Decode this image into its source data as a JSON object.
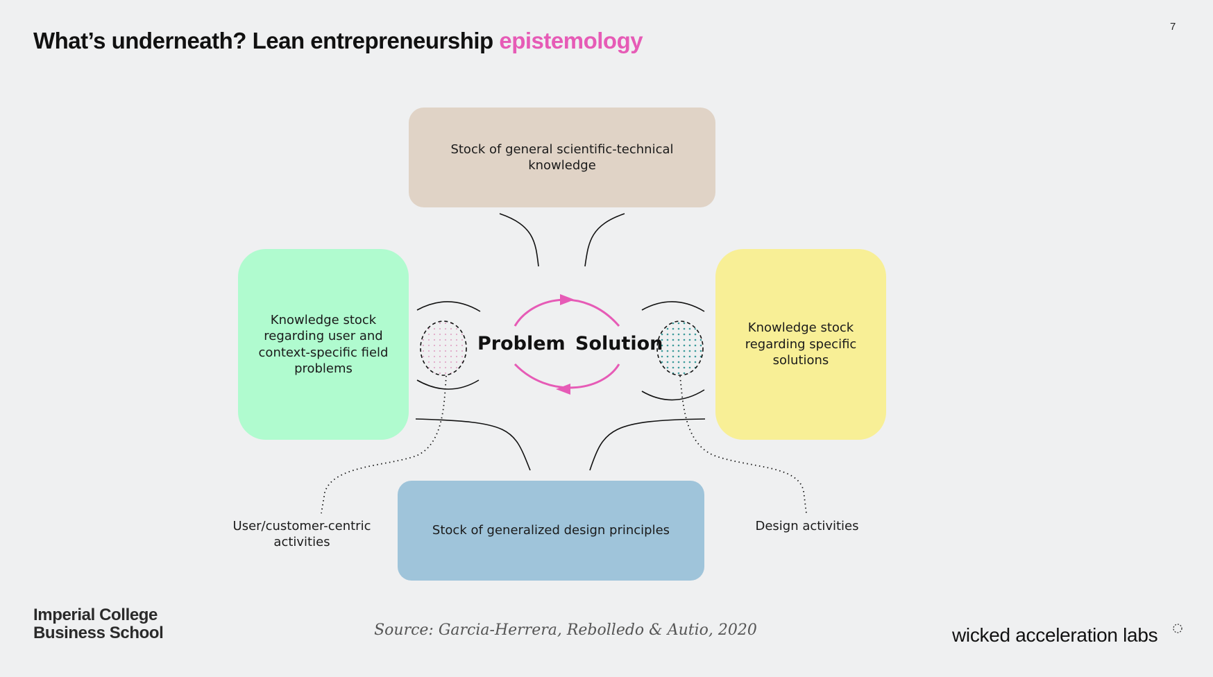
{
  "page_number": "7",
  "title": {
    "main": "What’s underneath?  Lean entrepreneurship ",
    "accent": "epistemology",
    "accent_color": "#e65bb6"
  },
  "diagram": {
    "top_box": "Stock of general scientific-technical knowledge",
    "left_box": "Knowledge stock regarding user and context-specific field problems",
    "right_box": "Knowledge stock regarding specific solutions",
    "bottom_box": "Stock of generalized design principles",
    "center_left": "Problem",
    "center_right": "Solution",
    "left_activity": "User/customer-centric activities",
    "right_activity": "Design activities",
    "colors": {
      "top_box": "#e0d3c6",
      "left_box": "#b0fbcf",
      "right_box": "#f8ef96",
      "bottom_box": "#9fc4da",
      "cycle_arrows": "#e65bb6"
    }
  },
  "source": "Source: Garcia-Herrera, Rebolledo & Autio, 2020",
  "logos": {
    "left_line1": "Imperial College",
    "left_line2": "Business School",
    "right": "wicked acceleration labs",
    "right_icon": "dotted-circle-icon"
  }
}
